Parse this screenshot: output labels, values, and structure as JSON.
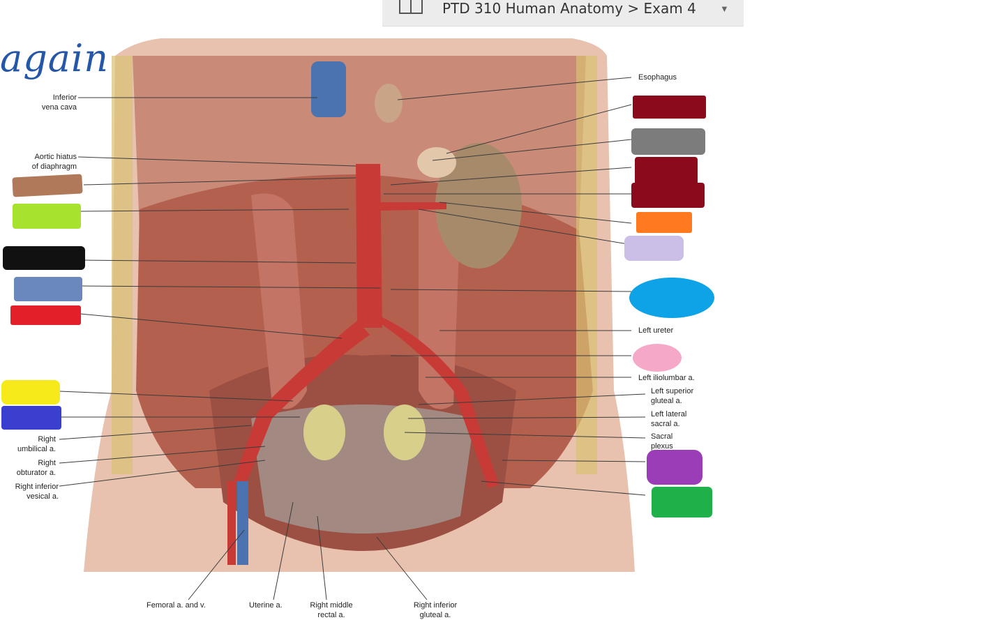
{
  "window": {
    "breadcrumb": "PTD 310 Human Anatomy > Exam 4",
    "icon": "notebook-icon",
    "dropdown_icon": "chevron-down-icon"
  },
  "annotation": {
    "handwritten": "again"
  },
  "labels_left": {
    "ivc": "Inferior\nvena cava",
    "aortic_hiatus": "Aortic hiatus\nof diaphragm",
    "right_umbilical": "Right\numbilical a.",
    "right_obturator": "Right\nobturator a.",
    "right_inf_vesical": "Right inferior\nvesical a."
  },
  "labels_right": {
    "esophagus": "Esophagus",
    "left_ureter": "Left ureter",
    "left_iliolumbar": "Left iliolumbar a.",
    "left_sup_gluteal": "Left superior\ngluteal a.",
    "left_lat_sacral": "Left lateral\nsacral a.",
    "sacral_plexus": "Sacral\nplexus"
  },
  "labels_bottom": {
    "femoral": "Femoral a. and v.",
    "uterine": "Uterine a.",
    "right_middle_rectal": "Right middle\nrectal a.",
    "right_inferior_gluteal": "Right inferior\ngluteal a."
  },
  "colors": {
    "tissue": "#c98a78",
    "muscle": "#b4604f",
    "artery": "#c83a36",
    "vein": "#4a73b0",
    "kidney": "#a78a6a",
    "skin": "#e8c2ae",
    "brown_swatch": "#b07a5a",
    "lime_swatch": "#a6e22e",
    "black_swatch": "#111111",
    "slate_swatch": "#6a88bb",
    "red_swatch": "#e3202a",
    "yellow_swatch": "#f7ea1a",
    "blue_swatch": "#3a3fd0",
    "maroon_swatch": "#8b0a1c",
    "grey_swatch": "#7c7c7c",
    "orange_swatch": "#ff7a1f",
    "lavender_swatch": "#cbbfe7",
    "sky_swatch": "#0ea2e6",
    "pink_swatch": "#f5a8c8",
    "purple_swatch": "#9b3db6",
    "green_swatch": "#1fb04a"
  }
}
